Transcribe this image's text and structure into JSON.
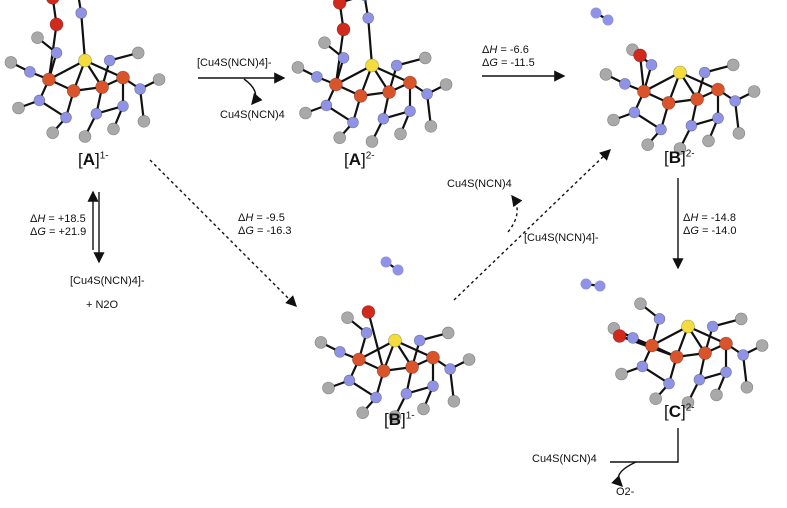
{
  "species": {
    "A1": {
      "letter": "A",
      "charge": "1-"
    },
    "A2": {
      "letter": "A",
      "charge": "2-"
    },
    "B2": {
      "letter": "B",
      "charge": "2-"
    },
    "B1": {
      "letter": "B",
      "charge": "1-"
    },
    "C2": {
      "letter": "C",
      "charge": "2-"
    }
  },
  "labels": {
    "reagent_a1_a2": "[Cu4S(NCN)4]-",
    "product_a1_a2": "Cu4S(NCN)4",
    "a2_b2": {
      "dH": "-6.6",
      "dG": "-11.5"
    },
    "a1_b1": {
      "dH": "-9.5",
      "dG": "-16.3"
    },
    "a1_dissoc": {
      "dH": "+18.5",
      "dG": "+21.9",
      "product": "[Cu4S(NCN)4]-",
      "product2": "+ N2O"
    },
    "b1_b2": {
      "top_product": "Cu4S(NCN)4",
      "side_label": "[Cu4S(NCN)4]-"
    },
    "b2_c2": {
      "dH": "-14.8",
      "dG": "-14.0"
    },
    "c2_out": {
      "product": "Cu4S(NCN)4",
      "anion": "O2-"
    }
  },
  "colors": {
    "copper": "#d9532b",
    "sulfur": "#f4dc3c",
    "nitrogen": "#8f93e6",
    "carbon": "#a9a9a9",
    "oxygen": "#d2291d",
    "bond": "#111111"
  }
}
